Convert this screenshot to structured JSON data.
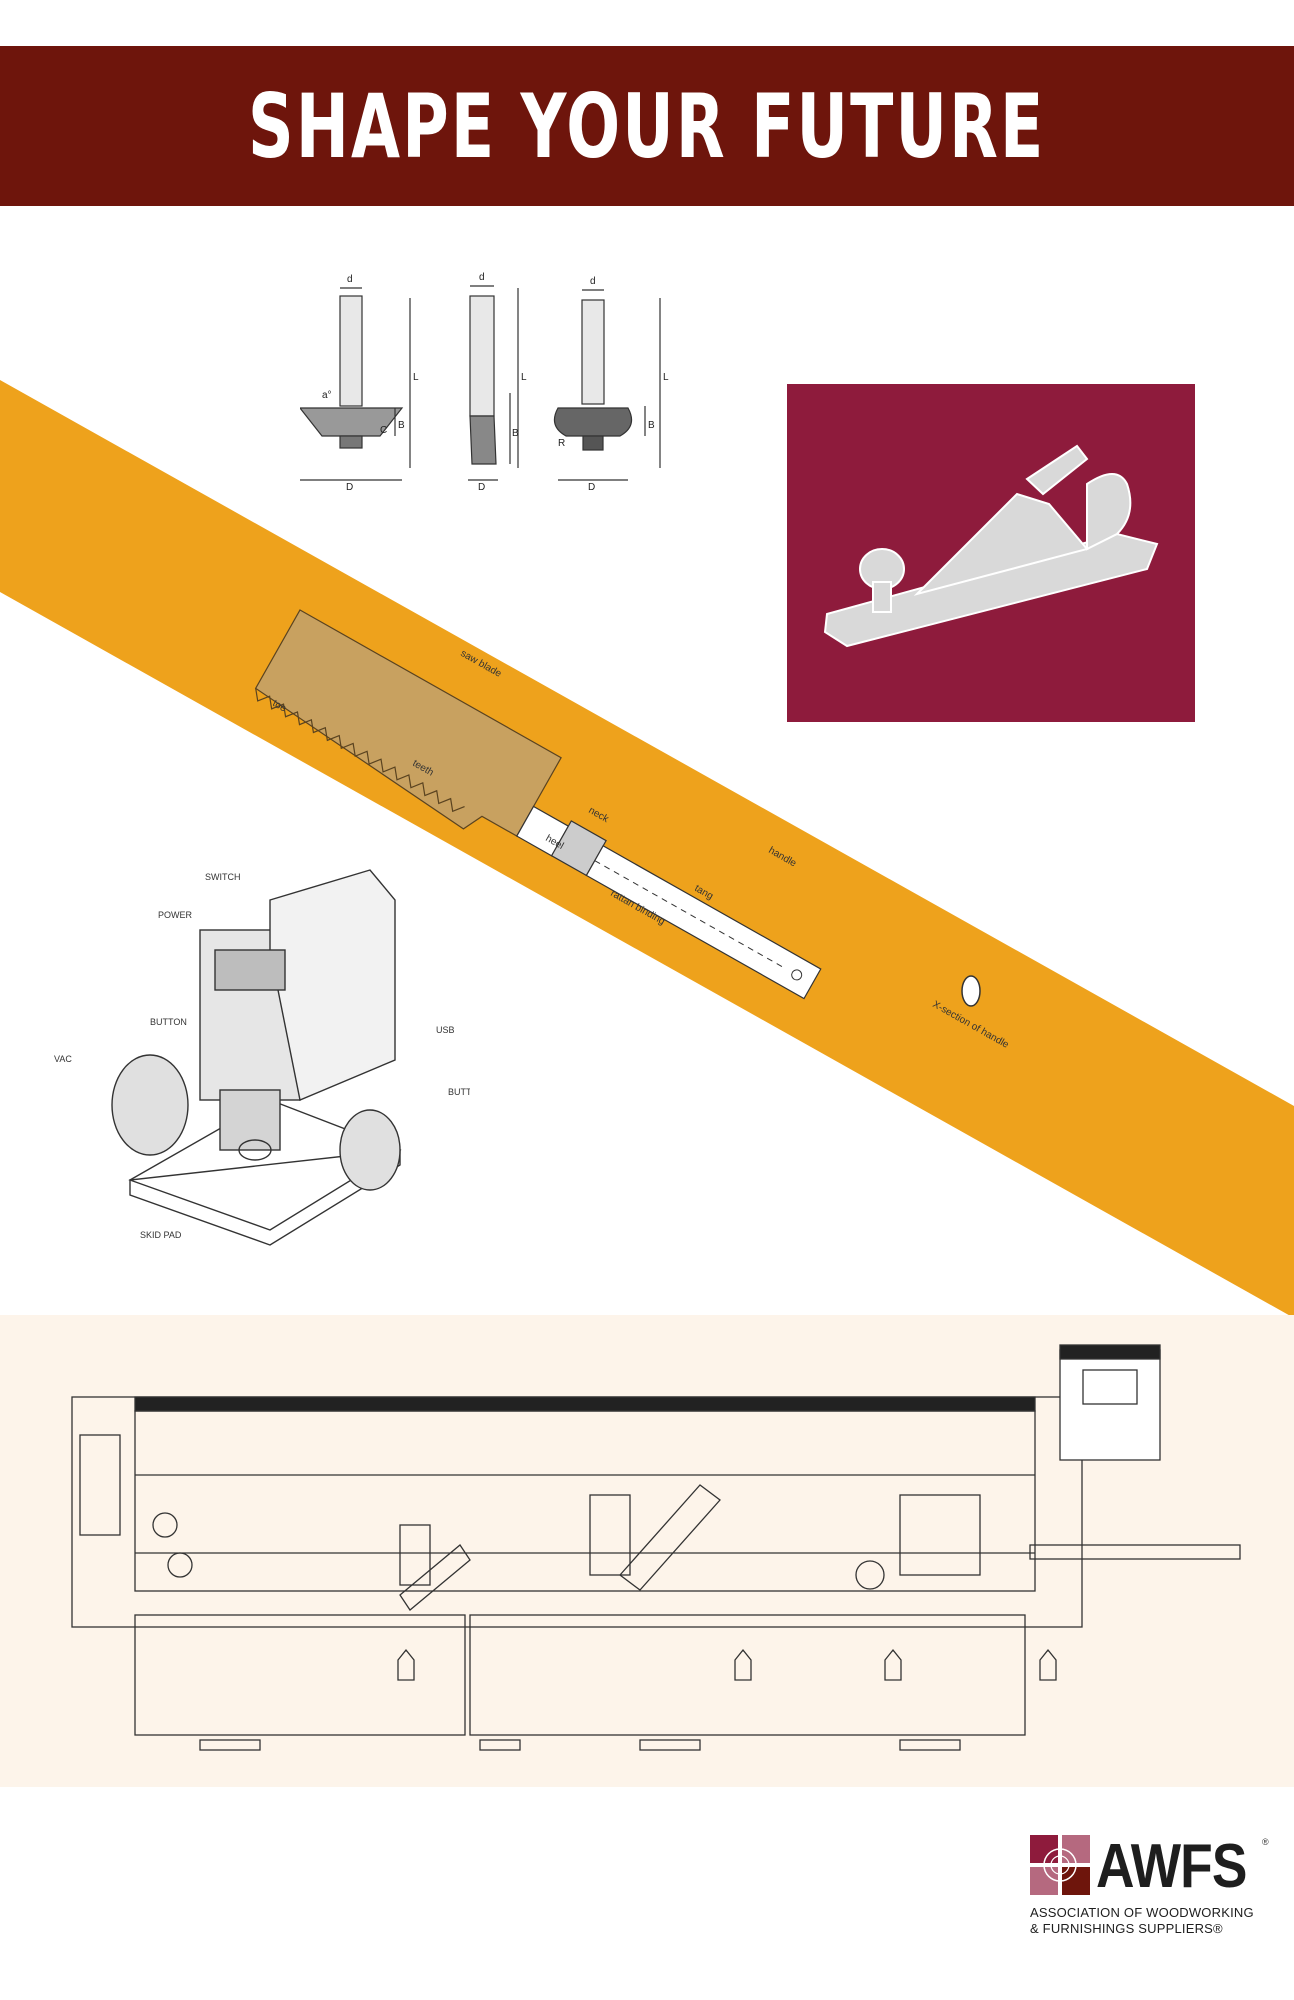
{
  "poster": {
    "title": "SHAPE YOUR FUTURE",
    "colors": {
      "banner": "#6e150c",
      "stripe": "#eea21c",
      "plane_panel": "#8e1b3c",
      "machine_band": "#fdf4ea"
    }
  },
  "router_bits": {
    "dim_d": "d",
    "dim_L": "L",
    "dim_B": "B",
    "dim_D": "D",
    "dim_C": "C",
    "dim_R": "R",
    "dim_angle": "a°"
  },
  "saw": {
    "labels": {
      "saw_blade": "saw blade",
      "toe": "toe",
      "teeth": "teeth",
      "heel": "heel",
      "neck": "neck",
      "rattan_binding": "rattan binding",
      "tang": "tang",
      "handle": "handle",
      "xsection": "X-section of handle"
    }
  },
  "trimmer": {
    "labels": {
      "switch": "SWITCH",
      "power": "POWER",
      "button_left": "BUTTON",
      "usb": "USB",
      "vac": "VAC",
      "button_right": "BUTTON",
      "skid_pad": "SKID PAD"
    }
  },
  "logo": {
    "wordmark": "AWFS",
    "registered": "®",
    "line1": "ASSOCIATION OF WOODWORKING",
    "line2": "& FURNISHINGS SUPPLIERS®"
  }
}
